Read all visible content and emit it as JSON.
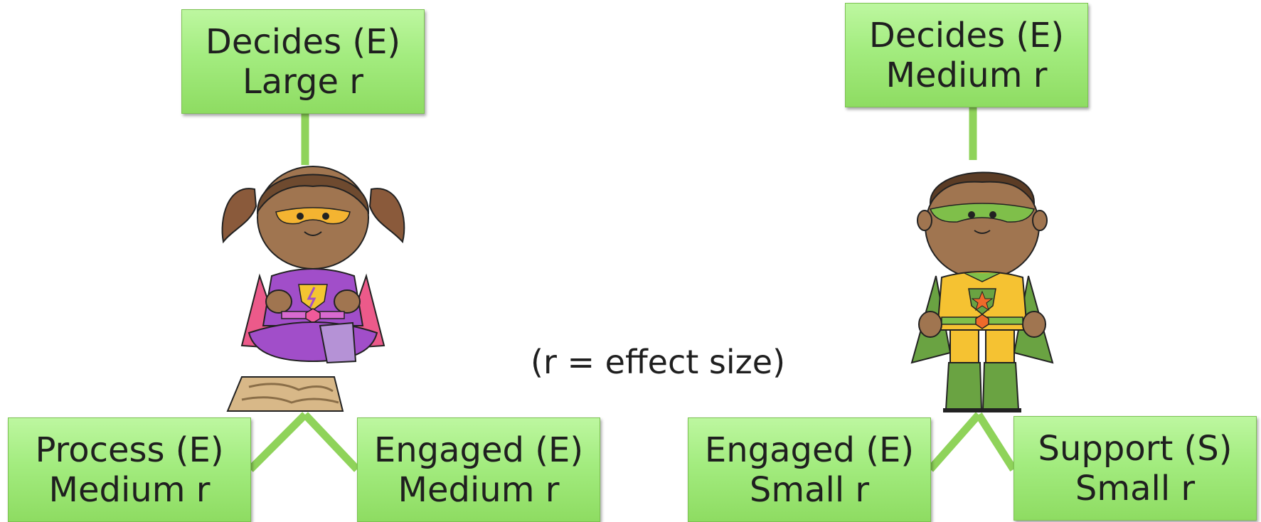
{
  "left_tree": {
    "top": {
      "line1": "Decides (E)",
      "line2": "Large r"
    },
    "bottom_left": {
      "line1": "Process (E)",
      "line2": "Medium r"
    },
    "bottom_right": {
      "line1": "Engaged (E)",
      "line2": "Medium r"
    }
  },
  "right_tree": {
    "top": {
      "line1": "Decides (E)",
      "line2": "Medium r"
    },
    "bottom_left": {
      "line1": "Engaged (E)",
      "line2": "Small r"
    },
    "bottom_right": {
      "line1": "Support (S)",
      "line2": "Small r"
    }
  },
  "note": "(r = effect size)",
  "colors": {
    "box_top": "#bdf7a0",
    "box_bottom": "#8edc62",
    "connector": "#8fd35a"
  },
  "illustrations": [
    "girl-superhero-puzzle",
    "boy-superhero-standing"
  ]
}
